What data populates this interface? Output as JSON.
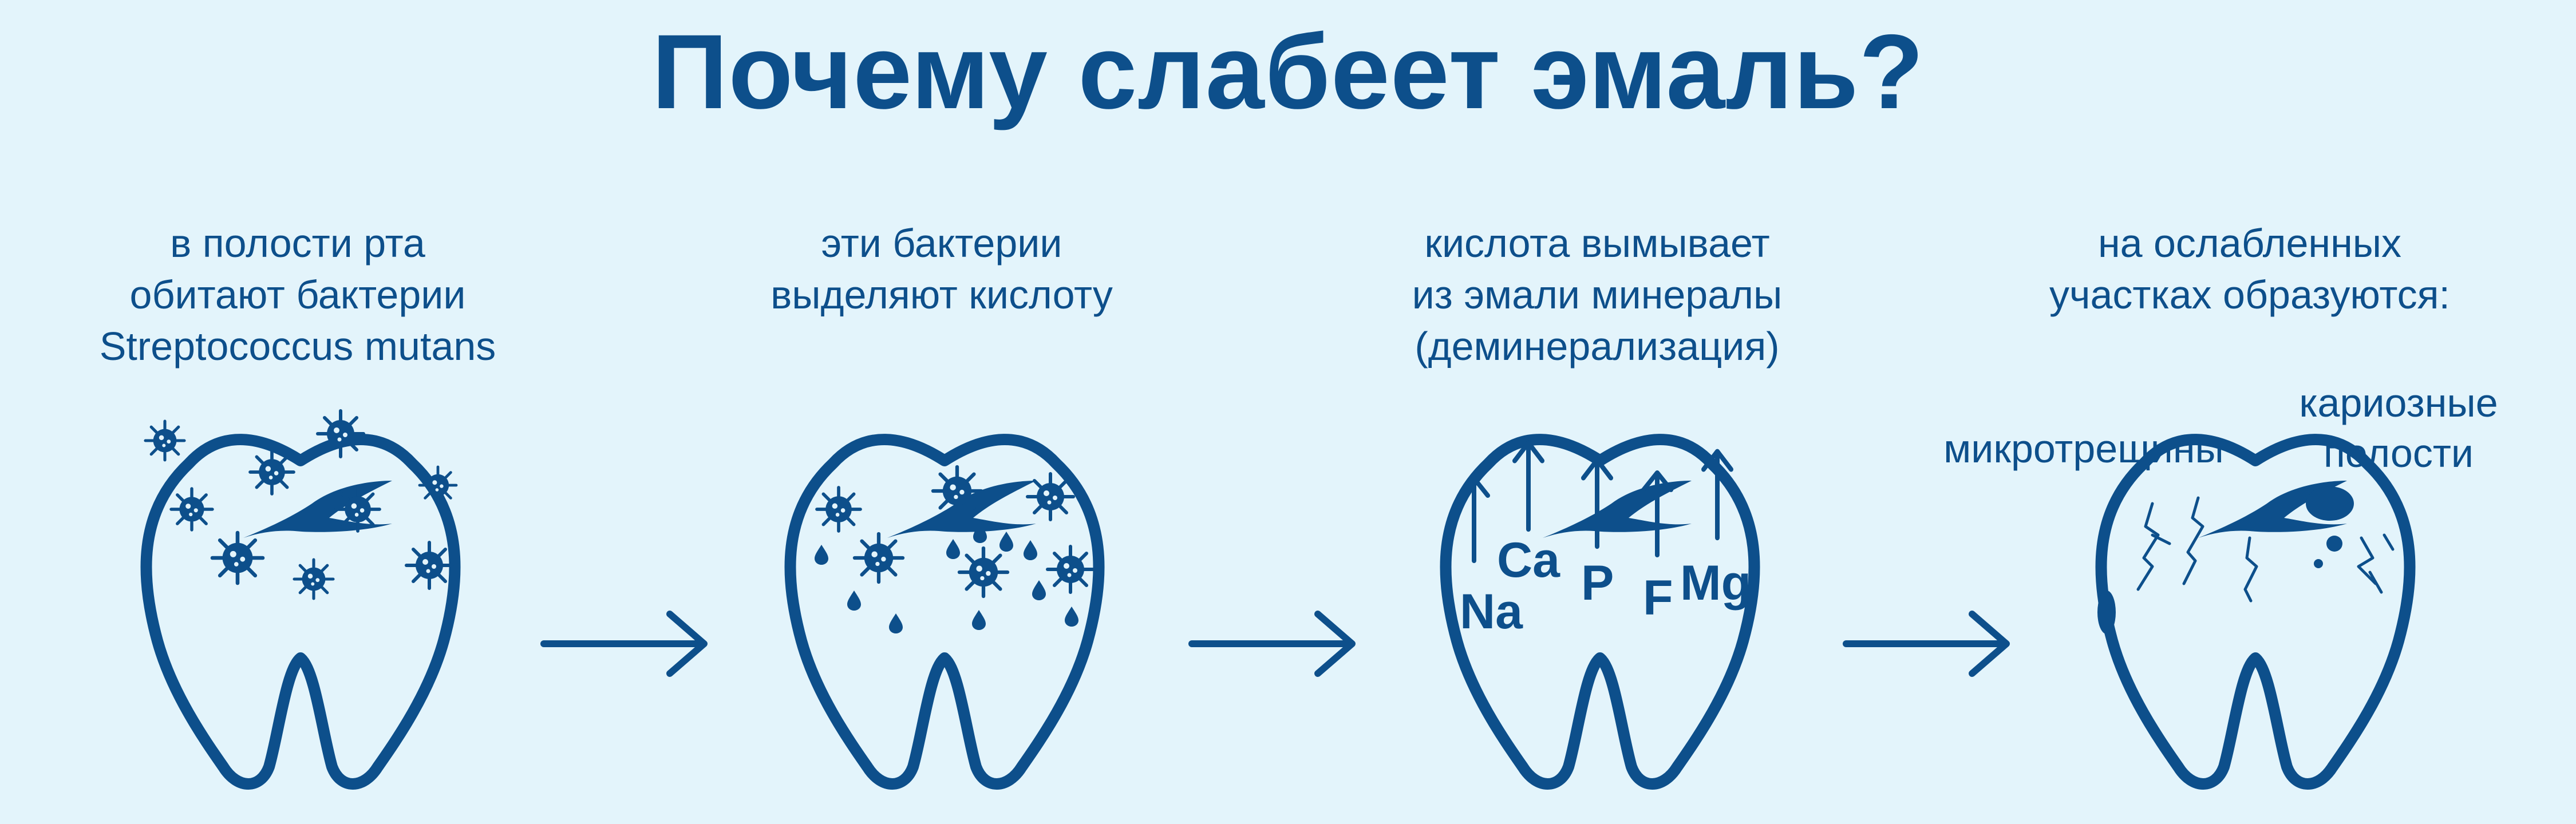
{
  "title": "Почему слабеет эмаль?",
  "steps": [
    {
      "caption": [
        "в полости рта",
        "обитают бактерии",
        "Streptococcus mutans"
      ]
    },
    {
      "caption": [
        "эти бактерии",
        "выделяют кислоту"
      ]
    },
    {
      "caption": [
        "кислота вымывает",
        "из эмали минералы",
        "(деминерализация)"
      ]
    },
    {
      "caption": [
        "на ослабленных",
        "участках образуются:"
      ]
    }
  ],
  "damage_labels": {
    "cracks": "микротрещины",
    "cavities": [
      "кариозные",
      "полости"
    ]
  },
  "minerals": [
    "Na",
    "Ca",
    "P",
    "F",
    "Mg"
  ],
  "colors": {
    "primary": "#0d4f8b",
    "background": "#e3f4fb"
  },
  "icons": [
    "bacteria-icon",
    "acid-drop-icon",
    "arrow-right-icon",
    "up-arrow-icon",
    "crack-icon",
    "cavity-icon"
  ]
}
